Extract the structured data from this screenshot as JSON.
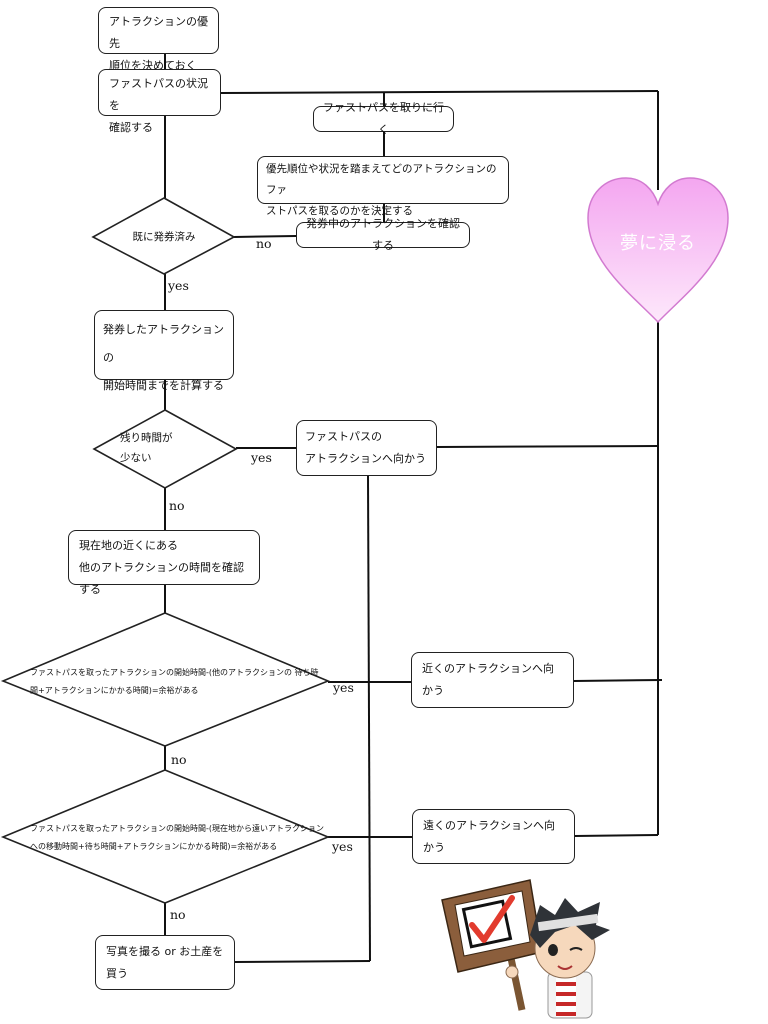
{
  "nodes": {
    "priority": "アトラクションの優先\n順位を決めておく",
    "check_fp": "ファストパスの状況を\n確認する",
    "get_fp": "ファストパスを取りに行く",
    "decide_fp": "優先順位や状況を踏まえてどのアトラクションのファ\nストパスを取るのかを決定する",
    "check_issuing": "発券中のアトラクションを確認する",
    "issued_q": "既に発券済み",
    "calc_time": "発券したアトラクションの\n開始時間までを計算する",
    "remaining_q": "残り時間が\n少ない",
    "go_fp": "ファストパスの\nアトラクションへ向かう",
    "check_nearby": "現在地の近くにある\n他のアトラクションの時間を確認する",
    "near_q": "ファストパスを取ったアトラクションの開始時間-(他のアトラクションの 待ち時\n間+アトラクションにかかる時間)=余裕がある",
    "go_near": "近くのアトラクションへ向かう",
    "far_q": "ファストパスを取ったアトラクションの開始時間-(現在地から遠いアトラクション\nへの移動時間+待ち時間+アトラクションにかかる時間)=余裕がある",
    "go_far": "遠くのアトラクションへ向かう",
    "photo": "写真を撮る or お土産を買う"
  },
  "labels": {
    "no1": "no",
    "yes1": "yes",
    "yes2": "yes",
    "no2": "no",
    "yes3": "yes",
    "no3": "no",
    "yes4": "yes",
    "no4": "no"
  },
  "heart": {
    "text": "夢に浸る",
    "color_top": "#f4a6f0",
    "color_bottom": "#fde2fb",
    "border": "#cc66cc"
  },
  "colors": {
    "line": "#111111",
    "box_border": "#222222"
  },
  "icons": [
    "checklist-sign-icon",
    "mascot-character-icon"
  ]
}
